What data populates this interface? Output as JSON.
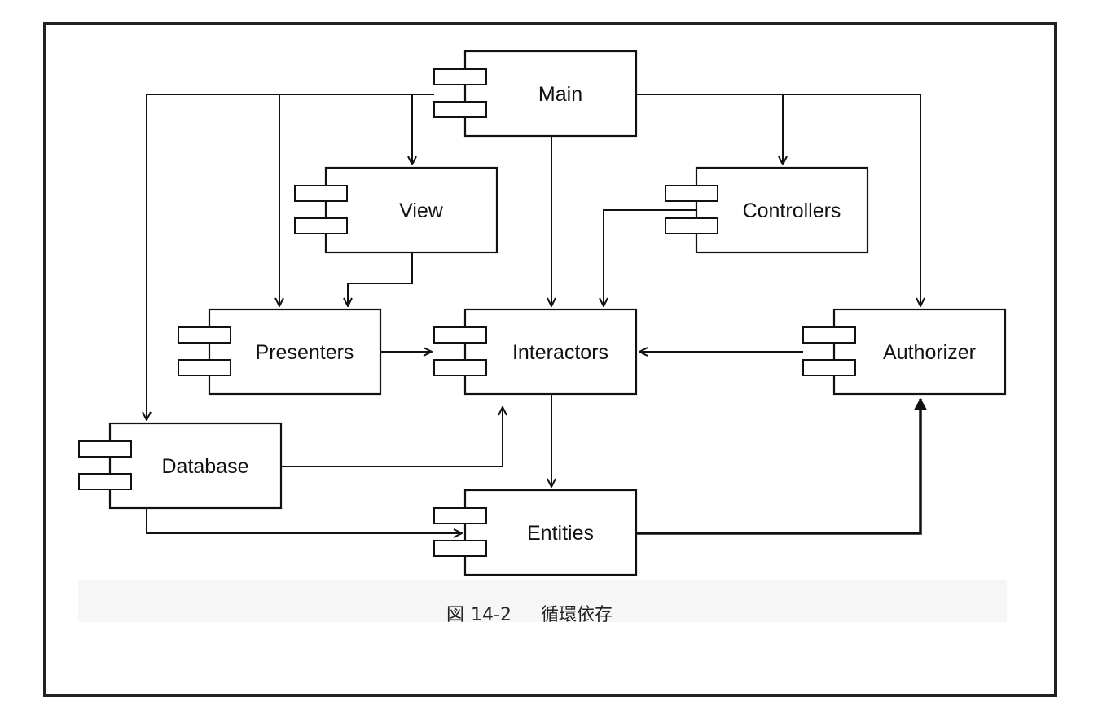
{
  "components": [
    {
      "id": "main",
      "label": "Main"
    },
    {
      "id": "view",
      "label": "View"
    },
    {
      "id": "controllers",
      "label": "Controllers"
    },
    {
      "id": "presenters",
      "label": "Presenters"
    },
    {
      "id": "interactors",
      "label": "Interactors"
    },
    {
      "id": "authorizer",
      "label": "Authorizer"
    },
    {
      "id": "database",
      "label": "Database"
    },
    {
      "id": "entities",
      "label": "Entities"
    }
  ],
  "dependencies": [
    {
      "from": "main",
      "to": "view"
    },
    {
      "from": "main",
      "to": "presenters"
    },
    {
      "from": "main",
      "to": "database"
    },
    {
      "from": "main",
      "to": "interactors"
    },
    {
      "from": "main",
      "to": "controllers"
    },
    {
      "from": "main",
      "to": "authorizer"
    },
    {
      "from": "view",
      "to": "presenters"
    },
    {
      "from": "controllers",
      "to": "interactors"
    },
    {
      "from": "presenters",
      "to": "interactors"
    },
    {
      "from": "authorizer",
      "to": "interactors"
    },
    {
      "from": "interactors",
      "to": "entities"
    },
    {
      "from": "database",
      "to": "interactors"
    },
    {
      "from": "database",
      "to": "entities"
    },
    {
      "from": "entities",
      "to": "authorizer",
      "emphasis": "bold"
    }
  ],
  "caption": {
    "figure": "図",
    "number": "14-2",
    "title": "循環依存"
  }
}
